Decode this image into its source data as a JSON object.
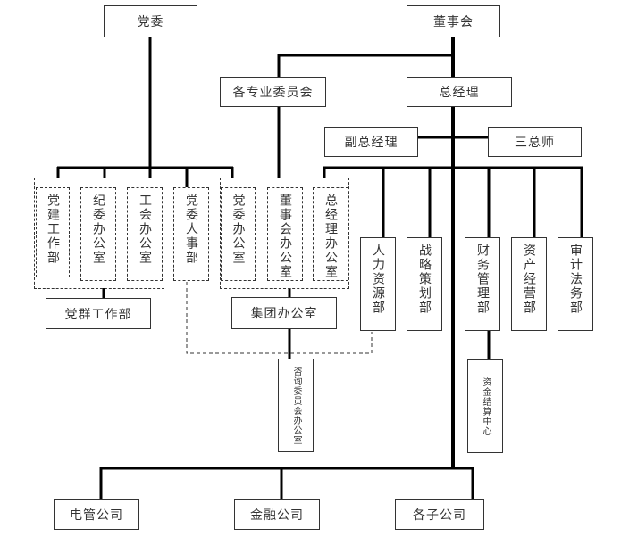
{
  "diagram": {
    "type": "org-chart",
    "top": {
      "party_committee": "党委",
      "board": "董事会"
    },
    "second": {
      "special_committees": "各专业委员会",
      "general_manager": "总经理"
    },
    "third": {
      "deputy_gm": "副总经理",
      "chief_engineers": "三总师"
    },
    "party_group": {
      "units": [
        "党建工作部",
        "纪委办公室",
        "工会办公室"
      ],
      "merged": "党群工作部"
    },
    "party_hr": "党委人事部",
    "office_group": {
      "units": [
        "党委办公室",
        "董事会办公室",
        "总经理办公室"
      ],
      "merged": "集团办公室"
    },
    "departments": [
      "人力资源部",
      "战略策划部",
      "财务管理部",
      "资产经营部",
      "审计法务部"
    ],
    "advisory_office": "咨询委员会办公室",
    "settlement_center": "资金结算中心",
    "subsidiaries": [
      "电管公司",
      "金融公司",
      "各子公司"
    ]
  }
}
